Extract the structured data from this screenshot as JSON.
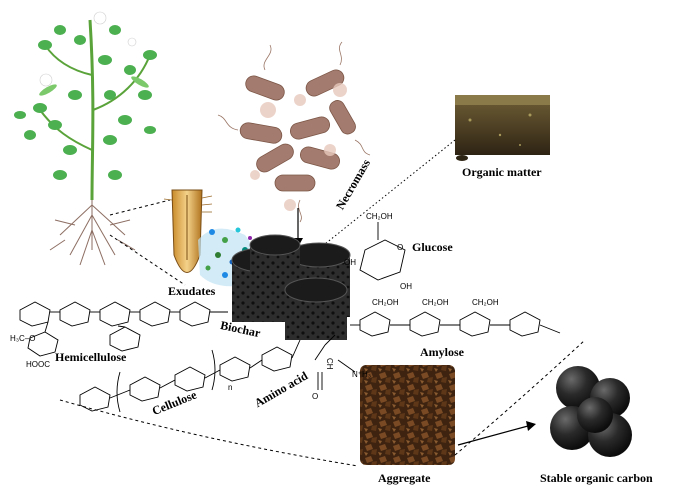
{
  "labels": {
    "necromass": "Necromass",
    "organic_matter": "Organic matter",
    "glucose": "Glucose",
    "exudates": "Exudates",
    "biochar": "Biochar",
    "hemicellulose": "Hemicellulose",
    "amylose": "Amylose",
    "cellulose": "Cellulose",
    "amino_acid": "Amino acid",
    "aggregate": "Aggregate",
    "stable_organic_carbon": "Stable organic carbon"
  },
  "chem": {
    "ch2oh": "CH₂OH",
    "oh": "OH",
    "o": "O",
    "ch": "CH",
    "nh3": "N⁺H₃",
    "hooc": "HOOC",
    "n": "n",
    "h3c_o": "H₃C–O"
  },
  "colors": {
    "plant_leaf": "#4caf50",
    "root": "#8d6e63",
    "necromass": "#a47c6f",
    "biochar": "#2b2b2b",
    "soil": "#5b3a1e",
    "organic_matter": "#4a3b22",
    "stable_carbon": "#1c1c1c"
  }
}
